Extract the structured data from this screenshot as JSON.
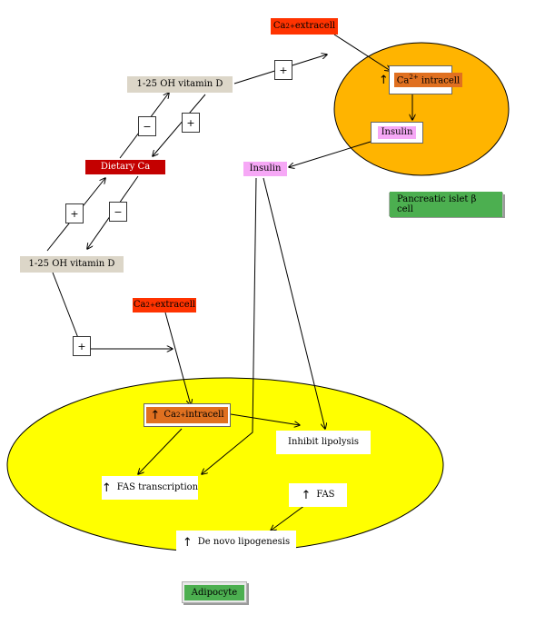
{
  "colors": {
    "islet_fill": "#ffb400",
    "adipocyte_fill": "#ffff00",
    "extracell_red": "#ff3300",
    "intracell_orange": "#e07020",
    "dietary_red": "#c40000",
    "vitamin_beige": "#dcd6c8",
    "insulin_pink": "#f6a8f6",
    "label_green": "#4caf50"
  },
  "nodes": {
    "ca_extracell_top": {
      "text": "Ca",
      "sup": "2+",
      "rest": " extracell"
    },
    "ca_intracell_top": {
      "text": "Ca",
      "sup": "2+",
      "rest": " intracell"
    },
    "insulin_inner": "Insulin",
    "insulin_outer": "Insulin",
    "vitamin_d_top": "1-25 OH vitamin D",
    "vitamin_d_bottom": "1-25 OH vitamin D",
    "dietary_ca": "Dietary Ca",
    "ca_extracell_mid": {
      "text": "Ca",
      "sup": "2+",
      "rest": " extracell"
    },
    "ca_intracell_bottom": {
      "text": "Ca",
      "sup": "2+",
      "rest": " intracell"
    },
    "inhibit_lipolysis": "Inhibit lipolysis",
    "fas_transcription": "FAS transcription",
    "fas": "FAS",
    "de_novo": "De novo lipogenesis"
  },
  "signs": {
    "vitd_to_islet": "+",
    "vitd_to_dietary_minus": "−",
    "dietary_to_vitd_plus": "+",
    "vitd_bottom_plus": "+",
    "dietary_down_minus": "−",
    "vitd_to_adipocyte": "+"
  },
  "labels": {
    "islet": "Pancreatic islet β cell",
    "adipocyte": "Adipocyte"
  },
  "icons": {
    "increase": "↑"
  }
}
